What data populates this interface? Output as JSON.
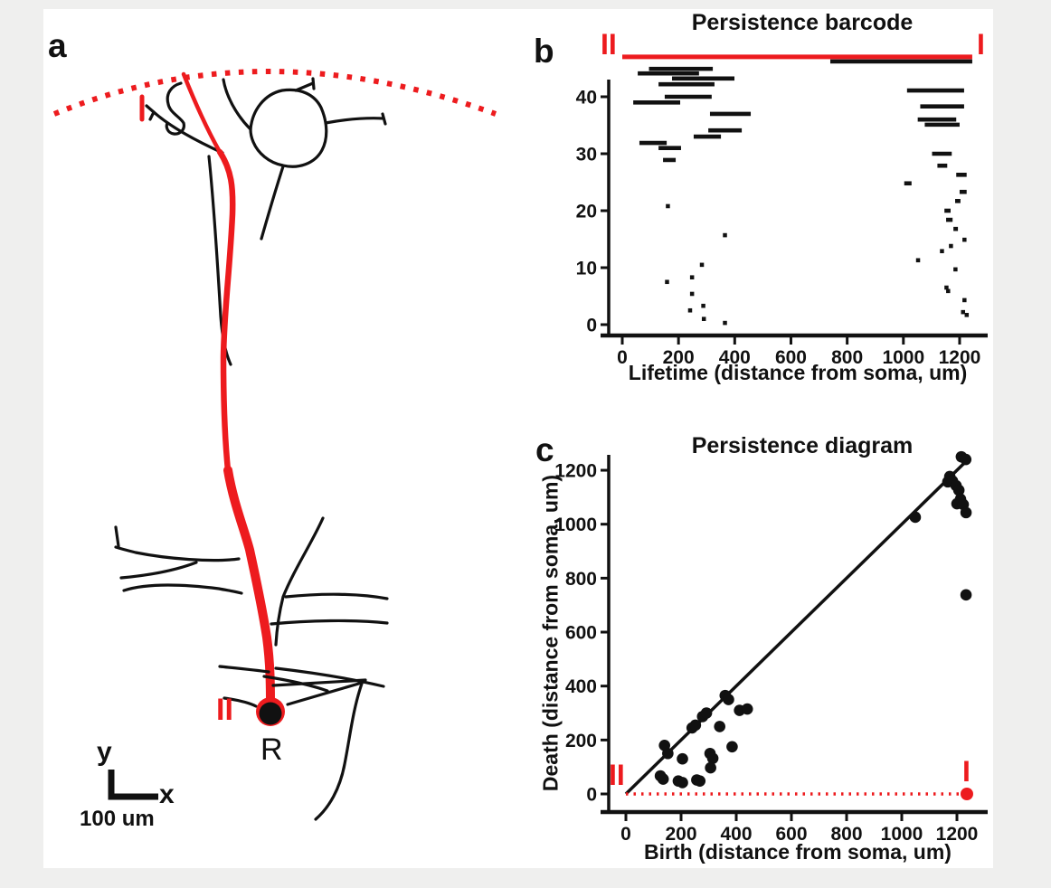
{
  "figure": {
    "colors": {
      "red": "#ed1b1e",
      "black": "#111111",
      "background": "#efefee",
      "panel": "#ffffff"
    }
  },
  "panel_a": {
    "label": "a",
    "marker_apical": "I",
    "marker_basal": "II",
    "root_label": "R",
    "axis_y_label": "y",
    "axis_x_label": "x",
    "scalebar_label": "100 um"
  },
  "panel_b": {
    "label": "b",
    "title": "Persistence barcode",
    "xlabel": "Lifetime (distance from soma, um)",
    "marker_left": "II",
    "marker_right": "I"
  },
  "panel_c": {
    "label": "c",
    "title": "Persistence diagram",
    "xlabel": "Birth (distance from soma, um)",
    "ylabel": "Death (distance from soma, um)",
    "marker_left": "II",
    "marker_right": "I"
  },
  "chart_data": [
    {
      "type": "bar",
      "subtype": "persistence-barcode",
      "title": "Persistence barcode",
      "xlabel": "Lifetime (distance from soma, um)",
      "ylabel": "",
      "xlim": [
        0,
        1300
      ],
      "ylim": [
        0,
        48
      ],
      "x_ticks": [
        0,
        200,
        400,
        600,
        800,
        1000,
        1200
      ],
      "y_ticks": [
        0,
        10,
        20,
        30,
        40
      ],
      "grid": false,
      "red_bar": {
        "start": 0,
        "end": 1245,
        "row": 47
      },
      "bars": [
        [
          740,
          1245,
          46.2
        ],
        [
          95,
          322,
          44.9
        ],
        [
          55,
          273,
          44.1
        ],
        [
          177,
          399,
          43.2
        ],
        [
          129,
          328,
          42.2
        ],
        [
          1013,
          1216,
          41.1
        ],
        [
          151,
          318,
          40.0
        ],
        [
          39,
          206,
          39.0
        ],
        [
          1060,
          1216,
          38.3
        ],
        [
          312,
          457,
          37.0
        ],
        [
          1051,
          1188,
          36.0
        ],
        [
          1076,
          1200,
          35.1
        ],
        [
          306,
          425,
          34.1
        ],
        [
          254,
          351,
          33.0
        ],
        [
          61,
          158,
          31.9
        ],
        [
          129,
          209,
          31.0
        ],
        [
          1102,
          1172,
          30.0
        ],
        [
          145,
          190,
          28.9
        ],
        [
          1121,
          1156,
          27.9
        ],
        [
          1188,
          1225,
          26.3
        ],
        [
          1003,
          1029,
          24.8
        ],
        [
          1200,
          1225,
          23.3
        ],
        [
          1184,
          1203,
          21.7
        ],
        [
          155,
          168,
          20.8
        ],
        [
          1146,
          1168,
          20.0
        ],
        [
          1152,
          1175,
          18.4
        ],
        [
          1178,
          1194,
          16.8
        ],
        [
          358,
          366,
          15.7
        ],
        [
          1210,
          1218,
          14.9
        ],
        [
          1162,
          1170,
          13.8
        ],
        [
          1130,
          1138,
          12.9
        ],
        [
          1045,
          1053,
          11.3
        ],
        [
          276,
          284,
          10.5
        ],
        [
          1178,
          1186,
          9.7
        ],
        [
          241,
          249,
          8.3
        ],
        [
          152,
          160,
          7.5
        ],
        [
          1146,
          1153,
          6.5
        ],
        [
          1152,
          1160,
          5.9
        ],
        [
          241,
          247,
          5.4
        ],
        [
          1210,
          1216,
          4.3
        ],
        [
          281,
          287,
          3.3
        ],
        [
          234,
          240,
          2.5
        ],
        [
          1205,
          1212,
          2.2
        ],
        [
          1218,
          1224,
          1.7
        ],
        [
          283,
          286,
          1.0
        ],
        [
          358,
          364,
          0.3
        ]
      ]
    },
    {
      "type": "scatter",
      "subtype": "persistence-diagram",
      "title": "Persistence diagram",
      "xlabel": "Birth (distance from soma, um)",
      "ylabel": "Death (distance from soma, um)",
      "xlim": [
        0,
        1320
      ],
      "ylim": [
        0,
        1280
      ],
      "x_ticks": [
        0,
        200,
        400,
        600,
        800,
        1000,
        1200
      ],
      "y_ticks": [
        0,
        200,
        400,
        600,
        800,
        1000,
        1200
      ],
      "grid": false,
      "diagonal": [
        [
          0,
          0
        ],
        [
          1232,
          1232
        ]
      ],
      "zero_line": {
        "death": 0,
        "from": 0,
        "to": 1212,
        "color": "red",
        "style": "dotted"
      },
      "red_point": [
        1236,
        0
      ],
      "points": [
        [
          140,
          180
        ],
        [
          152,
          150
        ],
        [
          205,
          130
        ],
        [
          240,
          245
        ],
        [
          252,
          255
        ],
        [
          278,
          287
        ],
        [
          292,
          300
        ],
        [
          340,
          250
        ],
        [
          360,
          365
        ],
        [
          372,
          350
        ],
        [
          412,
          310
        ],
        [
          440,
          315
        ],
        [
          385,
          175
        ],
        [
          305,
          150
        ],
        [
          315,
          132
        ],
        [
          307,
          97
        ],
        [
          125,
          67
        ],
        [
          135,
          55
        ],
        [
          190,
          48
        ],
        [
          205,
          42
        ],
        [
          257,
          52
        ],
        [
          268,
          48
        ],
        [
          1049,
          1026
        ],
        [
          1167,
          1157
        ],
        [
          1174,
          1177
        ],
        [
          1184,
          1160
        ],
        [
          1197,
          1143
        ],
        [
          1207,
          1126
        ],
        [
          1213,
          1093
        ],
        [
          1200,
          1076
        ],
        [
          1223,
          1073
        ],
        [
          1233,
          1043
        ],
        [
          1216,
          1250
        ],
        [
          1232,
          1240
        ],
        [
          1233,
          738
        ]
      ]
    }
  ]
}
